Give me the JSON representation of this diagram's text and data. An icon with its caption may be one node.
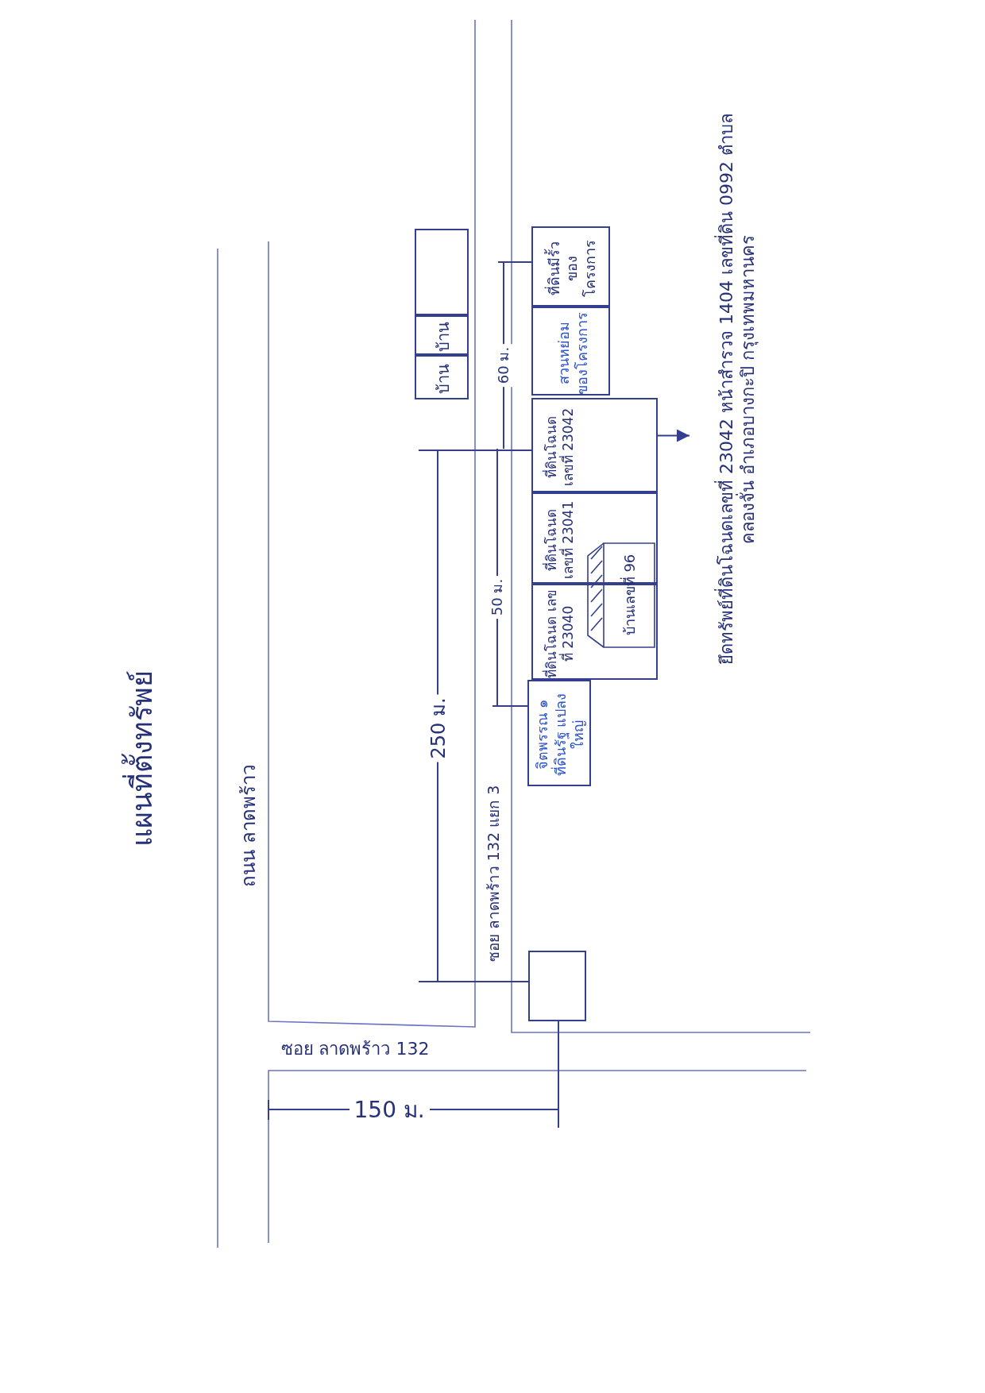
{
  "diagram": {
    "title": "แผนที่ตั้งทรัพย์",
    "nodes": [
      {
        "text": [],
        "shape": "box"
      },
      {
        "text": [
          "บ้าน"
        ]
      },
      {
        "text": [
          "บ้าน"
        ]
      },
      {
        "text": [
          "ที่ดินมีรั้ว ของโครงการ"
        ]
      },
      {
        "text": [
          "สวนหย่อม ของโครงการ"
        ]
      },
      {
        "text": [
          "ที่ดินโฉนด เลขที่ 23042"
        ]
      },
      {
        "text": [
          "ที่ดินโฉนด เลขที่ 23041"
        ]
      },
      {
        "text": [
          "ที่ดินโฉนด เลขที่ 23040"
        ]
      },
      {
        "text": [
          "บ้านเลขที่ 96"
        ]
      },
      {
        "text": [
          "จิตพรรณ ๑ ที่ดินรัฐ แปลงใหญ่"
        ]
      },
      {
        "text": [],
        "shape": "box"
      },
      {
        "text": [
          "ยึดทรัพย์ที่ดินโฉนดเลขที่ 23042 หน้าสำรวจ 1404 เลขที่ดิน 0992 ตำบล คลองจั่น อำเภอบางกะปิ กรุงเทพมหานคร"
        ]
      }
    ],
    "edges": [
      {
        "from": 5,
        "to": 11,
        "arrow": "to"
      }
    ],
    "labels": [
      "ถนน ลาดพร้าว",
      "ซอย ลาดพร้าว 132 แยก 3",
      "ซอย ลาดพร้าว 132",
      "250 ม.",
      "50 ม.",
      "60 ม.",
      "150 ม."
    ]
  }
}
